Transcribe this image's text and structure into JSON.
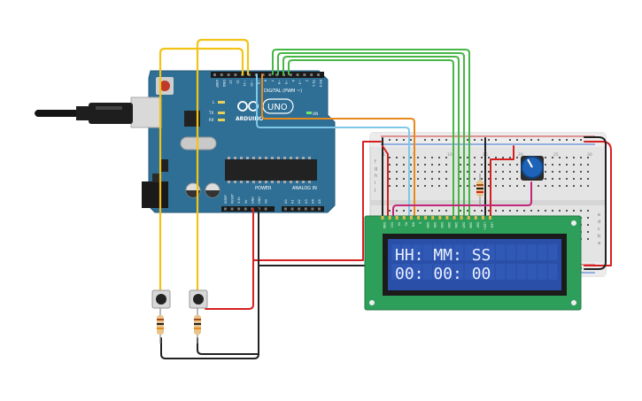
{
  "arduino": {
    "brand": "ARDUINO",
    "model": "UNO",
    "on_label": "ON",
    "digital_label": "DIGITAL (PWM ~)",
    "power_label": "POWER",
    "analog_label": "ANALOG IN",
    "led_l": "L",
    "led_tx": "TX",
    "led_rx": "RX",
    "top_pins": [
      "AREF",
      "GND",
      "13",
      "12",
      "~11",
      "~10",
      "~9",
      "8",
      "7",
      "~6",
      "~5",
      "4",
      "~3",
      "2",
      "TX 1",
      "RX 0"
    ],
    "power_pins": [
      "IOREF",
      "RESET",
      "3.3V",
      "5V",
      "GND",
      "GND",
      "Vin"
    ],
    "analog_pins": [
      "A0",
      "A1",
      "A2",
      "A3",
      "A4",
      "A5"
    ]
  },
  "breadboard": {
    "row_letters_left": [
      "f",
      "g",
      "h",
      "i",
      "j"
    ],
    "row_letters_right": [
      "e",
      "d",
      "c",
      "b",
      "a"
    ],
    "numbers": [
      "1",
      "5",
      "10",
      "15",
      "20",
      "25",
      "30"
    ]
  },
  "lcd": {
    "line1": "HH: MM: SS",
    "line2": "00: 00: 00",
    "pin_labels": [
      "GND",
      "VCC",
      "V0",
      "RS",
      "RW",
      "E",
      "DB0",
      "DB1",
      "DB2",
      "DB3",
      "DB4",
      "DB5",
      "DB6",
      "DB7",
      "LED+",
      "LED-"
    ]
  },
  "colors": {
    "arduino_board": "#2f6f95",
    "breadboard": "#e6e6e6",
    "lcd_pcb": "#2e9e5b",
    "lcd_screen": "#2a4fa8",
    "wire_yellow": "#f2c418",
    "wire_green": "#46b646",
    "wire_orange": "#e8891c",
    "wire_blue": "#7fc8e8",
    "wire_red": "#d62020",
    "wire_black": "#222222",
    "wire_magenta": "#c2257a"
  }
}
